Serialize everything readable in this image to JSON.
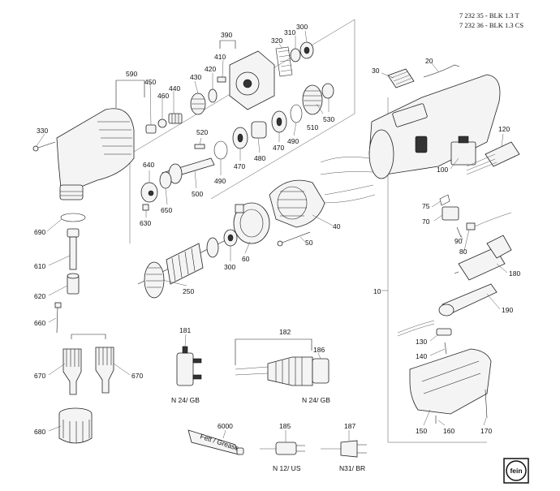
{
  "header": {
    "line1": "7 232 35 - BLK 1.3  T",
    "line2": "7 232 36 - BLK 1.3 CS"
  },
  "parts": {
    "p10": "10",
    "p20": "20",
    "p30": "30",
    "p40": "40",
    "p50": "50",
    "p60": "60",
    "p70": "70",
    "p75": "75",
    "p80": "80",
    "p90": "90",
    "p100": "100",
    "p120": "120",
    "p130": "130",
    "p140": "140",
    "p150": "150",
    "p160": "160",
    "p170": "170",
    "p180": "180",
    "p181": "181",
    "p182": "182",
    "p185": "185",
    "p186": "186",
    "p187": "187",
    "p190": "190",
    "p250": "250",
    "p300a": "300",
    "p300b": "300",
    "p310": "310",
    "p320": "320",
    "p330": "330",
    "p390": "390",
    "p410": "410",
    "p420": "420",
    "p430": "430",
    "p440": "440",
    "p450": "450",
    "p460": "460",
    "p470a": "470",
    "p470b": "470",
    "p480": "480",
    "p490a": "490",
    "p490b": "490",
    "p500": "500",
    "p510": "510",
    "p520": "520",
    "p530": "530",
    "p590": "590",
    "p610": "610",
    "p620": "620",
    "p630": "630",
    "p640": "640",
    "p650": "650",
    "p660": "660",
    "p670a": "670",
    "p670b": "670",
    "p680": "680",
    "p690": "690",
    "p6000": "6000"
  },
  "plug_labels": {
    "gb1": "N 24/ GB",
    "gb2": "N 24/ GB",
    "us": "N 12/ US",
    "br": "N31/ BR"
  },
  "tube_text": "Fett / Grease",
  "logo_text": "fein"
}
